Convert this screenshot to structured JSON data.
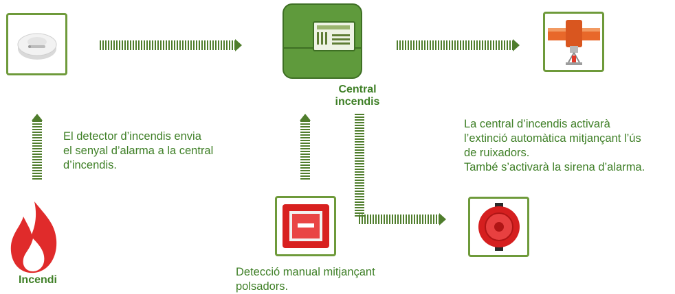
{
  "nodes": {
    "central": {
      "label_line1": "Central",
      "label_line2": "incendis"
    },
    "fire": {
      "label": "Incendi"
    }
  },
  "texts": {
    "detector": [
      "El detector d’incendis envia",
      "el senyal d’alarma a la central",
      "d’incendis."
    ],
    "central_action": [
      "La central d’incendis activarà",
      "l’extinció automàtica mitjançant l’ús",
      "de ruixadors.",
      "També s’activarà la sirena d’alarma."
    ],
    "manual": [
      "Detecció manual mitjançant",
      "polsadors."
    ]
  },
  "icons": {
    "smoke_detector": "smoke-detector-icon",
    "sprinkler": "sprinkler-icon",
    "manual_call_point": "manual-call-point-icon",
    "alarm_siren": "alarm-siren-icon",
    "fire": "fire-icon",
    "control_panel": "control-panel-icon"
  },
  "colors": {
    "text_green": "#3e7f26",
    "arrow_green": "#4f7d2c",
    "panel_green": "#5f9a3c",
    "fire_red": "#e02b2b"
  }
}
